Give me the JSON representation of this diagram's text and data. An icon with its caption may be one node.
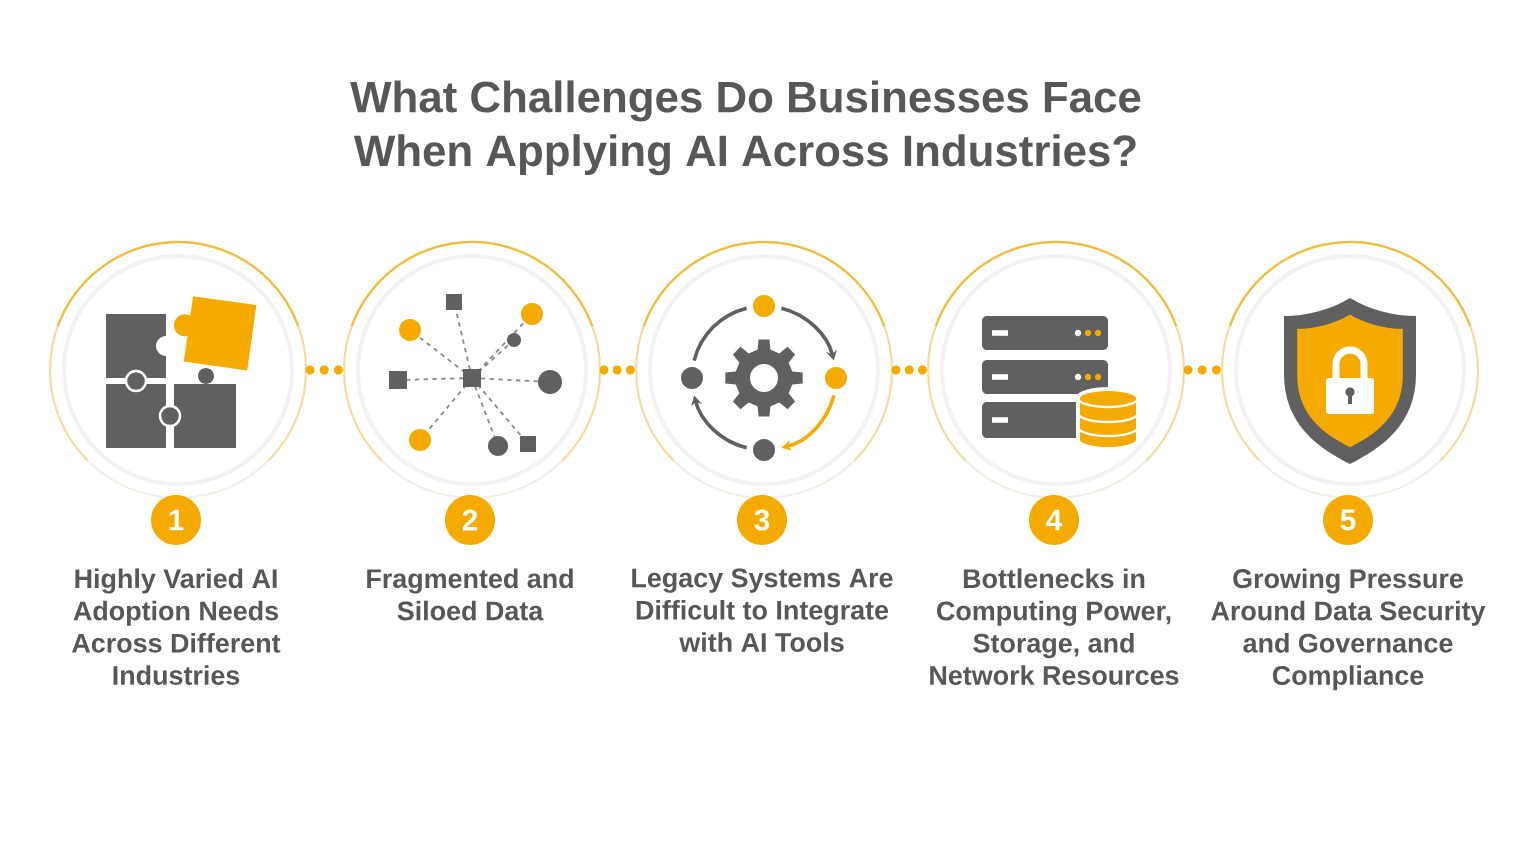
{
  "diagram": {
    "title": "What Challenges Do Businesses Face When Applying AI Across Industries?",
    "nodes": [
      {
        "text": [],
        "shape": "circle"
      },
      {
        "text": [],
        "shape": "circle"
      },
      {
        "text": [],
        "shape": "circle"
      },
      {
        "text": [],
        "shape": "circle"
      },
      {
        "text": [],
        "shape": "circle"
      },
      {
        "text": [
          "1"
        ],
        "beside": [
          "Highly Varied AI Adoption Needs Across Different Industries"
        ]
      },
      {
        "text": [
          "2"
        ],
        "beside": [
          "Fragmented and Siloed Data"
        ]
      },
      {
        "text": [
          "3"
        ],
        "beside": [
          "Legacy Systems Are Difficult to Integrate with AI Tools"
        ]
      },
      {
        "text": [
          "4"
        ],
        "beside": [
          "Bottlenecks in Computing Power, Storage, and Network Resources"
        ]
      },
      {
        "text": [
          "5"
        ],
        "beside": [
          "Growing Pressure Around Data Security and Governance Compliance"
        ]
      }
    ],
    "edges": [
      {
        "from": 0,
        "to": 1,
        "arrow": "none",
        "style": "dashed"
      },
      {
        "from": 1,
        "to": 2,
        "arrow": "none",
        "style": "dashed"
      },
      {
        "from": 2,
        "to": 3,
        "arrow": "none",
        "style": "dashed"
      },
      {
        "from": 3,
        "to": 4,
        "arrow": "none",
        "style": "dashed"
      }
    ]
  }
}
